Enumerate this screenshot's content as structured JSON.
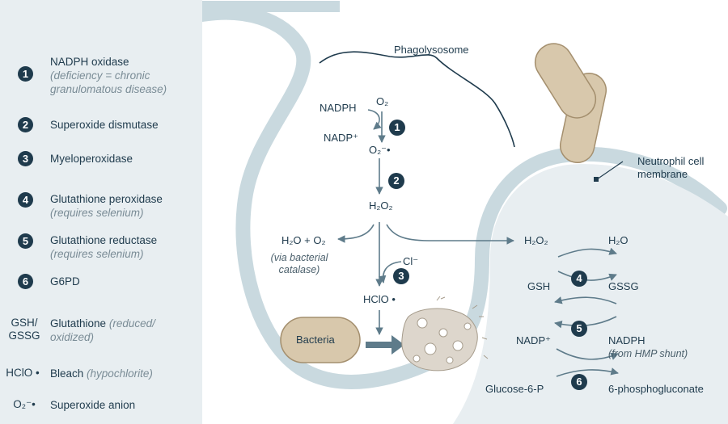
{
  "legend": [
    {
      "num": "1",
      "name": "NADPH oxidase",
      "note": "(deficiency = chronic granulomatous disease)"
    },
    {
      "num": "2",
      "name": "Superoxide dismutase",
      "note": ""
    },
    {
      "num": "3",
      "name": "Myeloperoxidase",
      "note": ""
    },
    {
      "num": "4",
      "name": "Glutathione peroxidase",
      "note": "(requires selenium)"
    },
    {
      "num": "5",
      "name": "Glutathione reductase",
      "note": "(requires selenium)"
    },
    {
      "num": "6",
      "name": "G6PD",
      "note": ""
    }
  ],
  "legend_abbr": [
    {
      "abbr": "GSH/ GSSG",
      "name": "Glutathione",
      "note": "(reduced/ oxidized)"
    },
    {
      "abbr": "HClO •",
      "name": "Bleach",
      "note": "(hypochlorite)"
    },
    {
      "abbr": "O₂⁻•",
      "name": "Superoxide anion",
      "note": ""
    }
  ],
  "diagram": {
    "phagolysosome": "Phagolysosome",
    "membrane": "Neutrophil cell membrane",
    "nadph": "NADPH",
    "nadp": "NADP⁺",
    "o2": "O₂",
    "superoxide": "O₂⁻•",
    "h2o2": "H₂O₂",
    "h2o_o2": "H₂O + O₂",
    "catalase_note": "(via bacterial catalase)",
    "cl": "Cl⁻",
    "hclo": "HClO •",
    "bacteria": "Bacteria",
    "step_numbers": [
      "1",
      "2",
      "3",
      "4",
      "5",
      "6"
    ]
  },
  "right_cycle": {
    "h2o2": "H₂O₂",
    "h2o": "H₂O",
    "gsh": "GSH",
    "gssg": "GSSG",
    "nadp": "NADP⁺",
    "nadph": "NADPH",
    "hmp_note": "(from HMP shunt)",
    "glucose6p": "Glucose-6-P",
    "phosphogluconate": "6-phosphogluconate"
  },
  "colors": {
    "dark": "#1f3b4d",
    "arrow": "#5e7b8a",
    "membrane": "#c9d9df",
    "bacteria": "#d8c8ac"
  }
}
